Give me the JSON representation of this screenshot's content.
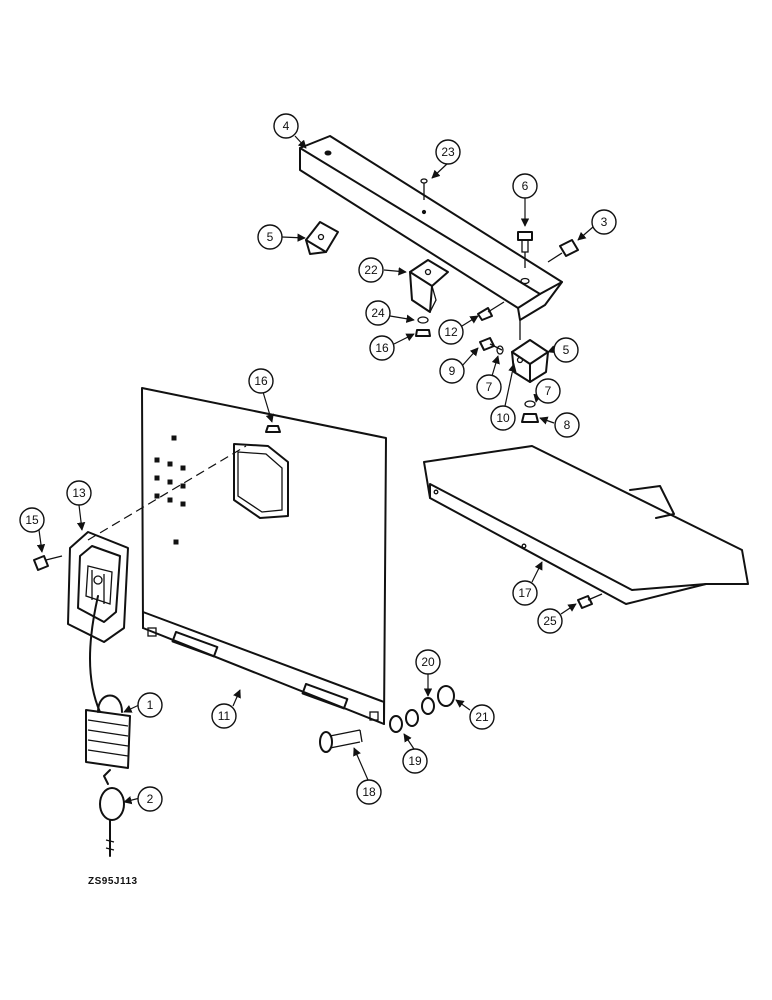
{
  "drawing_code": "ZS95J113",
  "callouts": [
    "1",
    "2",
    "3",
    "4",
    "5",
    "5",
    "6",
    "7",
    "7",
    "8",
    "9",
    "10",
    "11",
    "12",
    "13",
    "15",
    "16",
    "16",
    "17",
    "18",
    "19",
    "20",
    "21",
    "22",
    "23",
    "24",
    "25"
  ]
}
